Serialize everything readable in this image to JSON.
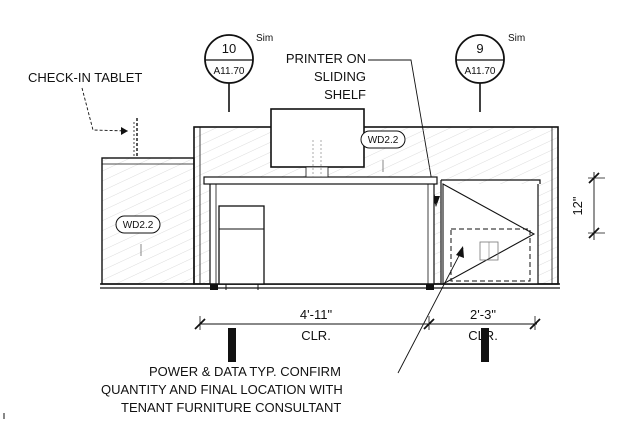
{
  "callouts": {
    "left": {
      "number": "10",
      "sheet": "A11.70",
      "note": "Sim"
    },
    "right": {
      "number": "9",
      "sheet": "A11.70",
      "note": "Sim"
    }
  },
  "labels": {
    "checkin_tablet": "CHECK-IN TABLET",
    "printer_line1": "PRINTER ON",
    "printer_line2": "SLIDING",
    "printer_line3": "SHELF",
    "note_line1": "POWER & DATA TYP. CONFIRM",
    "note_line2": "QUANTITY AND FINAL LOCATION WITH",
    "note_line3": "TENANT FURNITURE CONSULTANT"
  },
  "material_tags": {
    "upper": "WD2.2",
    "left": "WD2.2"
  },
  "dimensions": {
    "left_width": "4'-11\"",
    "left_clr": "CLR.",
    "right_width": "2'-3\"",
    "right_clr": "CLR.",
    "vertical": "12\""
  },
  "colors": {
    "line": "#111111",
    "hatch": "#b8b8b8"
  }
}
